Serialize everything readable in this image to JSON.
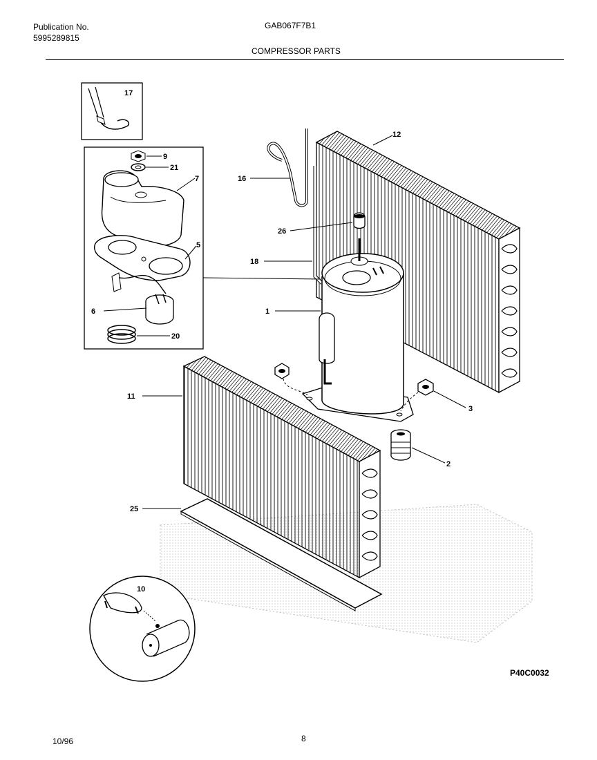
{
  "header": {
    "publication_label": "Publication No.",
    "publication_number": "5995289815",
    "model": "GAB067F7B1",
    "section_title": "COMPRESSOR PARTS"
  },
  "footer": {
    "date": "10/96",
    "page": "8",
    "diagram_code": "P40C0032"
  },
  "callouts": {
    "c17": "17",
    "c9": "9",
    "c21": "21",
    "c7": "7",
    "c5": "5",
    "c6": "6",
    "c20": "20",
    "c12": "12",
    "c16": "16",
    "c26": "26",
    "c18": "18",
    "c1": "1",
    "c11": "11",
    "c3": "3",
    "c2": "2",
    "c25": "25",
    "c10": "10"
  }
}
